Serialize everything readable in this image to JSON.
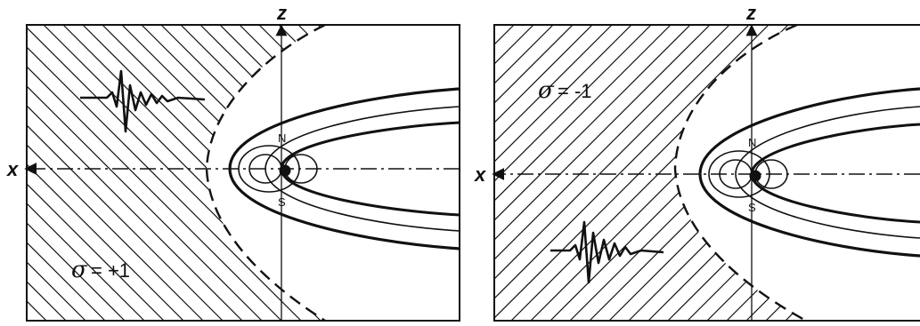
{
  "panels": [
    {
      "sigma_symbol": "σ",
      "sigma_text": "= +1",
      "axis_x": "x",
      "axis_z": "z",
      "pole_north": "N",
      "pole_south": "S"
    },
    {
      "sigma_symbol": "σ",
      "sigma_text": "= -1",
      "axis_x": "x",
      "axis_z": "z",
      "pole_north": "N",
      "pole_south": "S"
    }
  ],
  "colors": {
    "ink": "#111111",
    "paper": "#ffffff"
  }
}
